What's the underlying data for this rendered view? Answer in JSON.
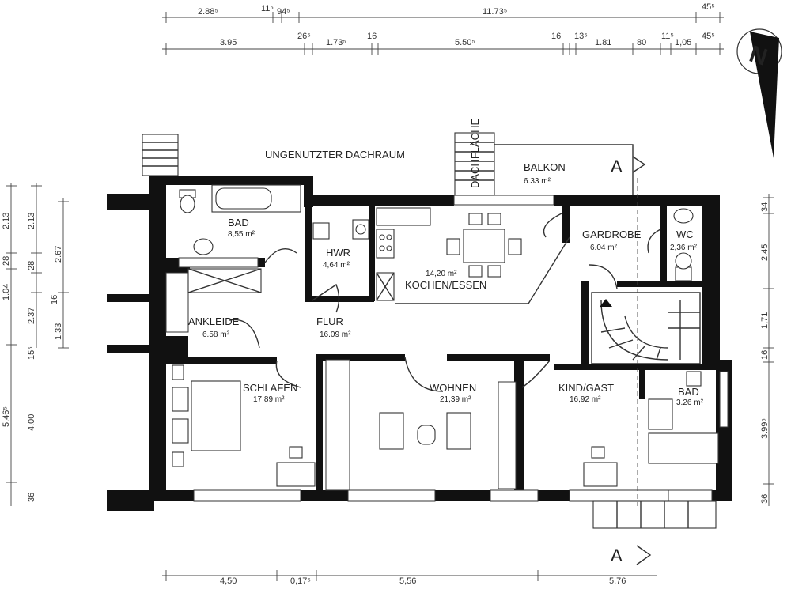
{
  "rooms": {
    "attic": {
      "name": "UNGENUTZTER DACHRAUM"
    },
    "roof_area": {
      "name": "DACHFLÄCHE"
    },
    "balcony": {
      "name": "BALKON",
      "area": "6.33 m²"
    },
    "bath": {
      "name": "BAD",
      "area": "8,55 m²"
    },
    "hwr": {
      "name": "HWR",
      "area": "4,64 m²"
    },
    "kitchen": {
      "name": "KOCHEN/ESSEN",
      "area": "14,20 m²"
    },
    "wardrobe": {
      "name": "GARDROBE",
      "area": "6.04 m²"
    },
    "wc": {
      "name": "WC",
      "area": "2,36 m²"
    },
    "dressing": {
      "name": "ANKLEIDE",
      "area": "6.58 m²"
    },
    "hall": {
      "name": "FLUR",
      "area": "16.09 m²"
    },
    "bedroom": {
      "name": "SCHLAFEN",
      "area": "17.89 m²"
    },
    "living": {
      "name": "WOHNEN",
      "area": "21,39 m²"
    },
    "guest": {
      "name": "KIND/GAST",
      "area": "16,92 m²"
    },
    "bath2": {
      "name": "BAD",
      "area": "3.26 m²"
    }
  },
  "section_marker": "A",
  "north": "N",
  "dimensions": {
    "top_row1": [
      "2.88⁵",
      "11⁵",
      "94⁵",
      "11.73⁵",
      "45⁵"
    ],
    "top_row2": [
      "3.95",
      "26⁵",
      "1.73⁵",
      "16",
      "5.50⁵",
      "16",
      "13⁵",
      "1.81",
      "80",
      "11⁵",
      "1,05",
      "45⁵"
    ],
    "bottom": [
      "4,50",
      "0,17⁵",
      "5,56",
      "5.76"
    ],
    "left_outer": [
      "2.13",
      "1.04",
      "28",
      "2.37",
      "15⁵",
      "5,46⁵",
      "4.00",
      "36"
    ],
    "left_inner": [
      "2.13",
      "28",
      "1.33",
      "16",
      "2.67"
    ],
    "right": [
      "34",
      "2.45",
      "1,71",
      "16",
      "3.99⁵",
      "36"
    ]
  }
}
